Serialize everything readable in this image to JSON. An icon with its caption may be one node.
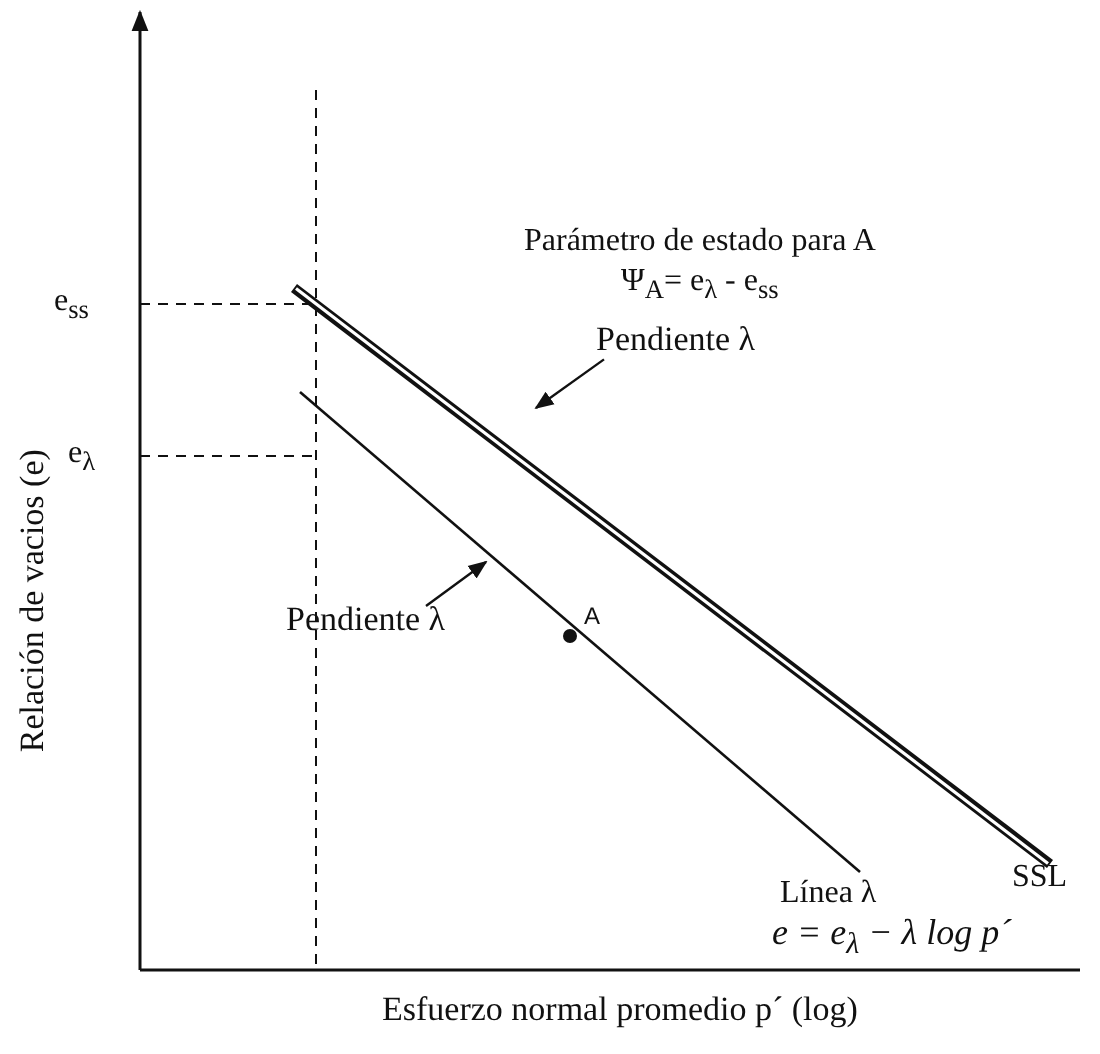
{
  "diagram": {
    "nodes": [
      {
        "text": [
          "Pendiente λ"
        ]
      },
      {
        "text": [
          "Pendiente λ"
        ]
      }
    ],
    "edges": [
      {
        "from": 0,
        "to": null,
        "arrow": "to"
      },
      {
        "from": 1,
        "to": null,
        "arrow": "to"
      }
    ],
    "labels": [
      "Parámetro de estado para A",
      "Ψ$_{A}$= e$_{λ}$ - e$_{ss}$",
      "e$_{ss}$",
      "e$_{λ}$",
      "A",
      "SSL",
      "Línea λ",
      "e = e$_{λ}$ − λ log p´",
      "Relación de vacios (e)",
      "Esfuerzo normal promedio p´ (log)"
    ]
  }
}
